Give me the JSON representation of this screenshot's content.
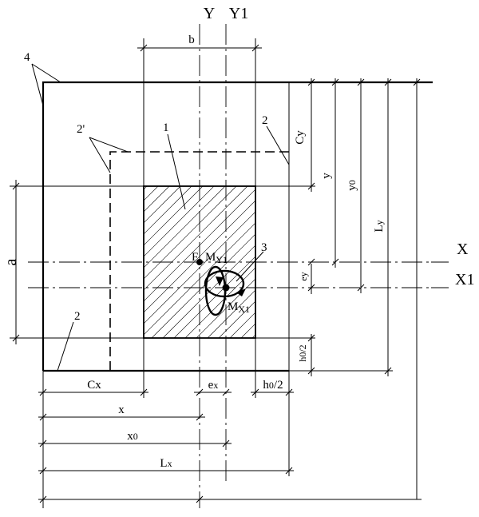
{
  "labels": {
    "Y": "Y",
    "Y1": "Y1",
    "X": "X",
    "X1": "X1",
    "b": "b",
    "a": "a",
    "n4": "4",
    "n2prime": "2'",
    "n1": "1",
    "n2_top": "2",
    "n2_bottom": "2",
    "n3": "3",
    "F": "F",
    "My1": "M",
    "My1_sub": "Y1",
    "Mx1": "M",
    "Mx1_sub": "X1",
    "Cy": "Cy",
    "y": "y",
    "y0": "y",
    "y0_sub": "0",
    "Ly": "L",
    "Ly_sub": "y",
    "ey": "e",
    "ey_sub": "y",
    "h0_2_v": "h",
    "h0_2_v_sub": "0",
    "h0_2_v_tail": "/2",
    "Cx": "Cx",
    "ex": "e",
    "ex_sub": "x",
    "h0_2_h": "h",
    "h0_2_h_sub": "0",
    "h0_2_h_tail": "/2",
    "x": "x",
    "x0": "x",
    "x0_sub": "0",
    "Lx": "L",
    "Lx_sub": "x"
  }
}
